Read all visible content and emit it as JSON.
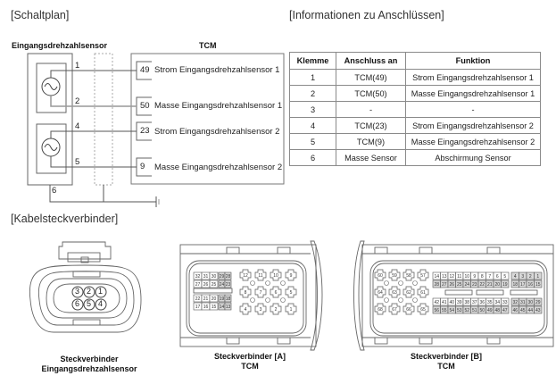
{
  "sections": {
    "schematic_title": "[Schaltplan]",
    "info_title": "[Informationen zu Anschlüssen]",
    "connector_title": "[Kabelsteckverbinder]"
  },
  "schematic": {
    "sensor_label": "Eingangsdrehzahlsensor",
    "tcm_label": "TCM",
    "sensor_wires": [
      "1",
      "2",
      "4",
      "5",
      "6"
    ],
    "tcm_pins": [
      {
        "pin": "49",
        "label": "Strom Eingangsdrehzahlsensor 1"
      },
      {
        "pin": "50",
        "label": "Masse Eingangsdrehzahlsensor 1"
      },
      {
        "pin": "23",
        "label": "Strom Eingangsdrehzahlsensor 2"
      },
      {
        "pin": "9",
        "label": "Masse Eingangsdrehzahlsensor 2"
      }
    ],
    "line_color": "#555555",
    "shield_color": "#999999"
  },
  "table": {
    "headers": [
      "Klemme",
      "Anschluss an",
      "Funktion"
    ],
    "rows": [
      [
        "1",
        "TCM(49)",
        "Strom Eingangsdrehzahlsensor 1"
      ],
      [
        "2",
        "TCM(50)",
        "Masse Eingangsdrehzahlsensor 1"
      ],
      [
        "3",
        "-",
        "-"
      ],
      [
        "4",
        "TCM(23)",
        "Strom Eingangsdrehzahlsensor 2"
      ],
      [
        "5",
        "TCM(9)",
        "Masse Eingangsdrehzahlsensor 2"
      ],
      [
        "6",
        "Masse Sensor",
        "Abschirmung Sensor"
      ]
    ]
  },
  "connectors": {
    "sensor": {
      "caption_line1": "Steckverbinder",
      "caption_line2": "Eingangsdrehzahlsensor",
      "pins_top": [
        "3",
        "2",
        "1"
      ],
      "pins_bottom": [
        "6",
        "5",
        "4"
      ]
    },
    "tcm_a": {
      "caption_line1": "Steckverbinder [A]",
      "caption_line2": "TCM",
      "small_rows": [
        [
          "32",
          "31",
          "30",
          "29",
          "28"
        ],
        [
          "27",
          "26",
          "25",
          "24",
          "23"
        ],
        [
          "22",
          "21",
          "20",
          "19",
          "18"
        ],
        [
          "17",
          "16",
          "15",
          "14",
          "13"
        ]
      ],
      "big_rows": [
        [
          "12",
          "11",
          "10",
          "9"
        ],
        [
          "8",
          "7",
          "6",
          "5"
        ],
        [
          "4",
          "3",
          "2",
          "1"
        ]
      ]
    },
    "tcm_b": {
      "caption_line1": "Steckverbinder [B]",
      "caption_line2": "TCM",
      "big_rows": [
        [
          "60",
          "59",
          "58",
          "57"
        ],
        [
          "64",
          "63",
          "62",
          "61"
        ],
        [
          "68",
          "67",
          "66",
          "65"
        ]
      ],
      "small_rows": [
        [
          "14",
          "13",
          "12",
          "11",
          "10",
          "9",
          "8",
          "7",
          "6",
          "5",
          "4",
          "3",
          "2",
          "1"
        ],
        [
          "28",
          "27",
          "26",
          "25",
          "24",
          "23",
          "22",
          "21",
          "20",
          "19",
          "18",
          "17",
          "16",
          "15"
        ],
        [
          "42",
          "41",
          "40",
          "39",
          "38",
          "37",
          "36",
          "35",
          "34",
          "33",
          "32",
          "31",
          "30",
          "29"
        ],
        [
          "56",
          "55",
          "54",
          "53",
          "52",
          "51",
          "50",
          "49",
          "48",
          "47",
          "46",
          "45",
          "44",
          "43"
        ]
      ]
    }
  }
}
